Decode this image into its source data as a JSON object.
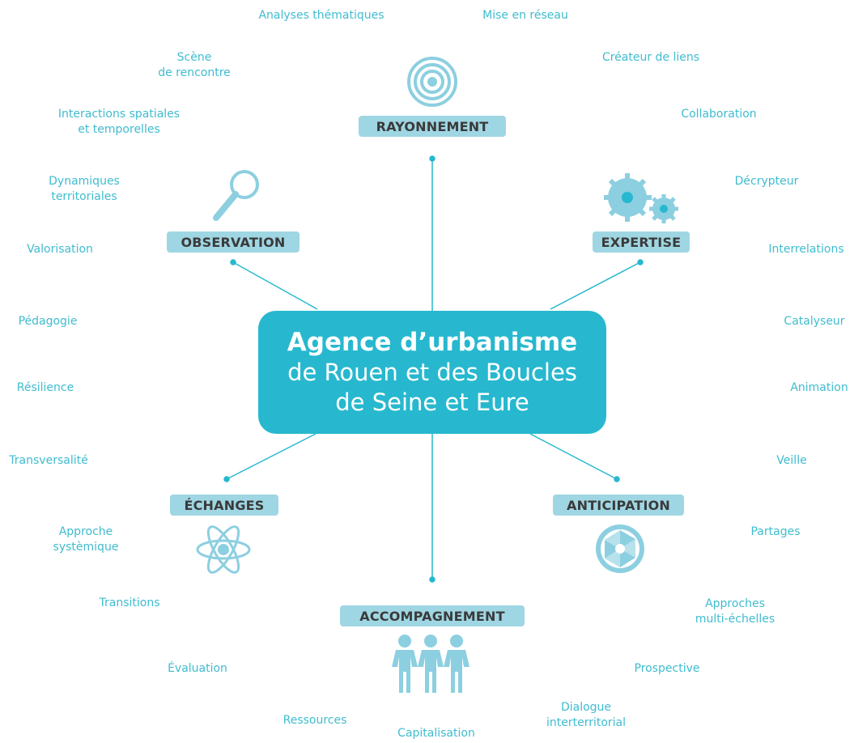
{
  "central": {
    "title": "Agence d’urbanisme",
    "subtitle_line1": "de Rouen et des Boucles",
    "subtitle_line2": "de Seine et Eure"
  },
  "pillars": [
    {
      "id": "rayonnement",
      "label": "RAYONNEMENT",
      "icon": "target-icon"
    },
    {
      "id": "observation",
      "label": "OBSERVATION",
      "icon": "magnifier-icon"
    },
    {
      "id": "expertise",
      "label": "EXPERTISE",
      "icon": "gears-icon"
    },
    {
      "id": "echanges",
      "label": "ÉCHANGES",
      "icon": "atom-icon"
    },
    {
      "id": "anticipation",
      "label": "ANTICIPATION",
      "icon": "aperture-icon"
    },
    {
      "id": "accompagnement",
      "label": "ACCOMPAGNEMENT",
      "icon": "people-icon"
    }
  ],
  "keywords": {
    "analyses": "Analyses thématiques",
    "mise_reseau": "Mise en réseau",
    "scene_1": "Scène",
    "scene_2": "de rencontre",
    "createur": "Créateur de liens",
    "interactions_1": "Interactions spatiales",
    "interactions_2": "et temporelles",
    "collaboration": "Collaboration",
    "dynamiques_1": "Dynamiques",
    "dynamiques_2": "territoriales",
    "decrypteur": "Décrypteur",
    "valorisation": "Valorisation",
    "interrelations": "Interrelations",
    "pedagogie": "Pédagogie",
    "catalyseur": "Catalyseur",
    "resilience": "Résilience",
    "animation": "Animation",
    "transversalite": "Transversalité",
    "veille": "Veille",
    "approche_1": "Approche",
    "approche_2": "systèmique",
    "partages": "Partages",
    "transitions": "Transitions",
    "approches_1": "Approches",
    "approches_2": "multi-échelles",
    "evaluation": "Évaluation",
    "prospective": "Prospective",
    "dialogue_1": "Dialogue",
    "dialogue_2": "interterritorial",
    "ressources": "Ressources",
    "capitalisation": "Capitalisation"
  },
  "colors": {
    "accent": "#27b8cf",
    "pill": "#9fd6e3",
    "icon": "#8ccfe0",
    "icon_dark": "#27b8cf",
    "text_keyword": "#3fbccf"
  }
}
